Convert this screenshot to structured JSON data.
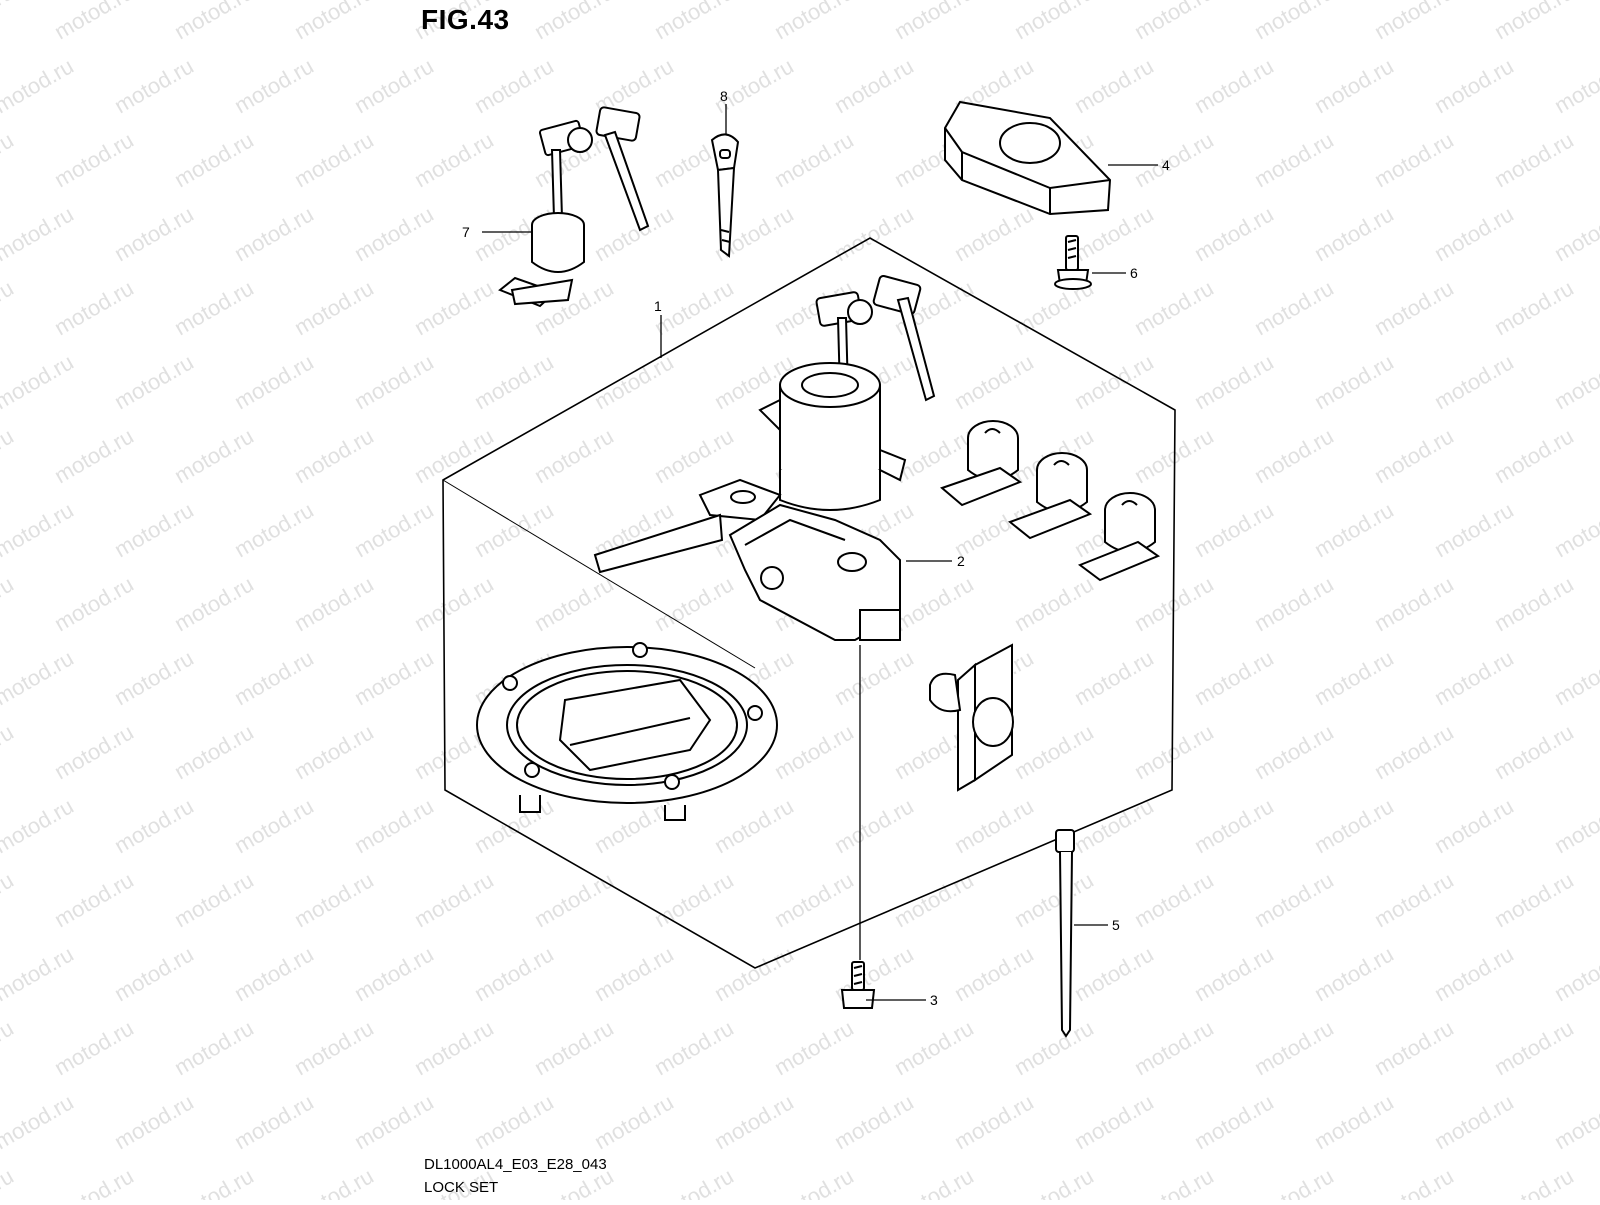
{
  "figure": {
    "title": "FIG.43",
    "code": "DL1000AL4_E03_E28_043",
    "name": "LOCK SET"
  },
  "watermark": "motod.ru",
  "callouts": [
    "1",
    "2",
    "3",
    "4",
    "5",
    "6",
    "7",
    "8"
  ],
  "parts": {
    "p1": "lock-set-assembly-box",
    "p2": "ignition-switch",
    "p3": "ignition-bolt",
    "p4": "lock-cap",
    "p5": "cable-tie",
    "p6": "bolt",
    "p7": "seat-lock",
    "p8": "key-blank"
  },
  "colors": {
    "line": "#000000",
    "watermark": "#c8c8c8",
    "background": "#ffffff"
  }
}
